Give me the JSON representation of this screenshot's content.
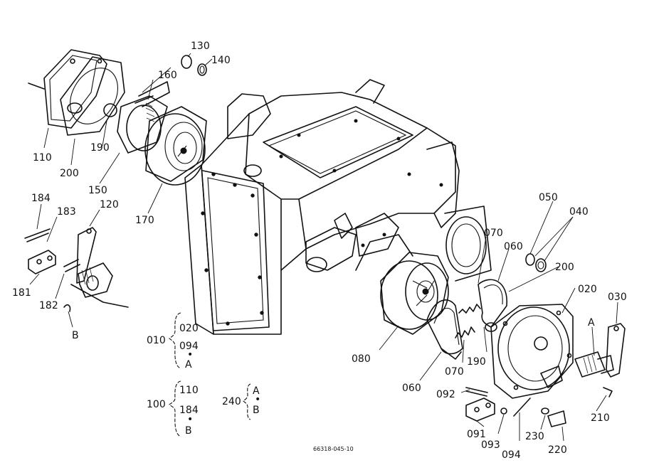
{
  "diagram": {
    "drawing_code": "66318-045-10",
    "part_labels": {
      "p110": "110",
      "p200a": "200",
      "p190a": "190",
      "p150": "150",
      "p170": "170",
      "p160": "160",
      "p130": "130",
      "p140": "140",
      "p184": "184",
      "p183": "183",
      "p120": "120",
      "p181": "181",
      "p182": "182",
      "pB": "B",
      "p050": "050",
      "p040": "040",
      "p070a": "070",
      "p060a": "060",
      "p200b": "200",
      "p020": "020",
      "p030": "030",
      "pA": "A",
      "p080": "080",
      "p060b": "060",
      "p070b": "070",
      "p190b": "190",
      "p092": "092",
      "p210": "210",
      "p091": "091",
      "p093": "093",
      "p094": "094",
      "p230": "230",
      "p220": "220"
    },
    "groups": [
      {
        "id": "010",
        "members": [
          "020",
          "094",
          "•",
          "A"
        ]
      },
      {
        "id": "100",
        "members": [
          "110",
          "184",
          "•",
          "B"
        ]
      },
      {
        "id": "240",
        "members": [
          "A",
          "•",
          "B"
        ]
      }
    ]
  }
}
